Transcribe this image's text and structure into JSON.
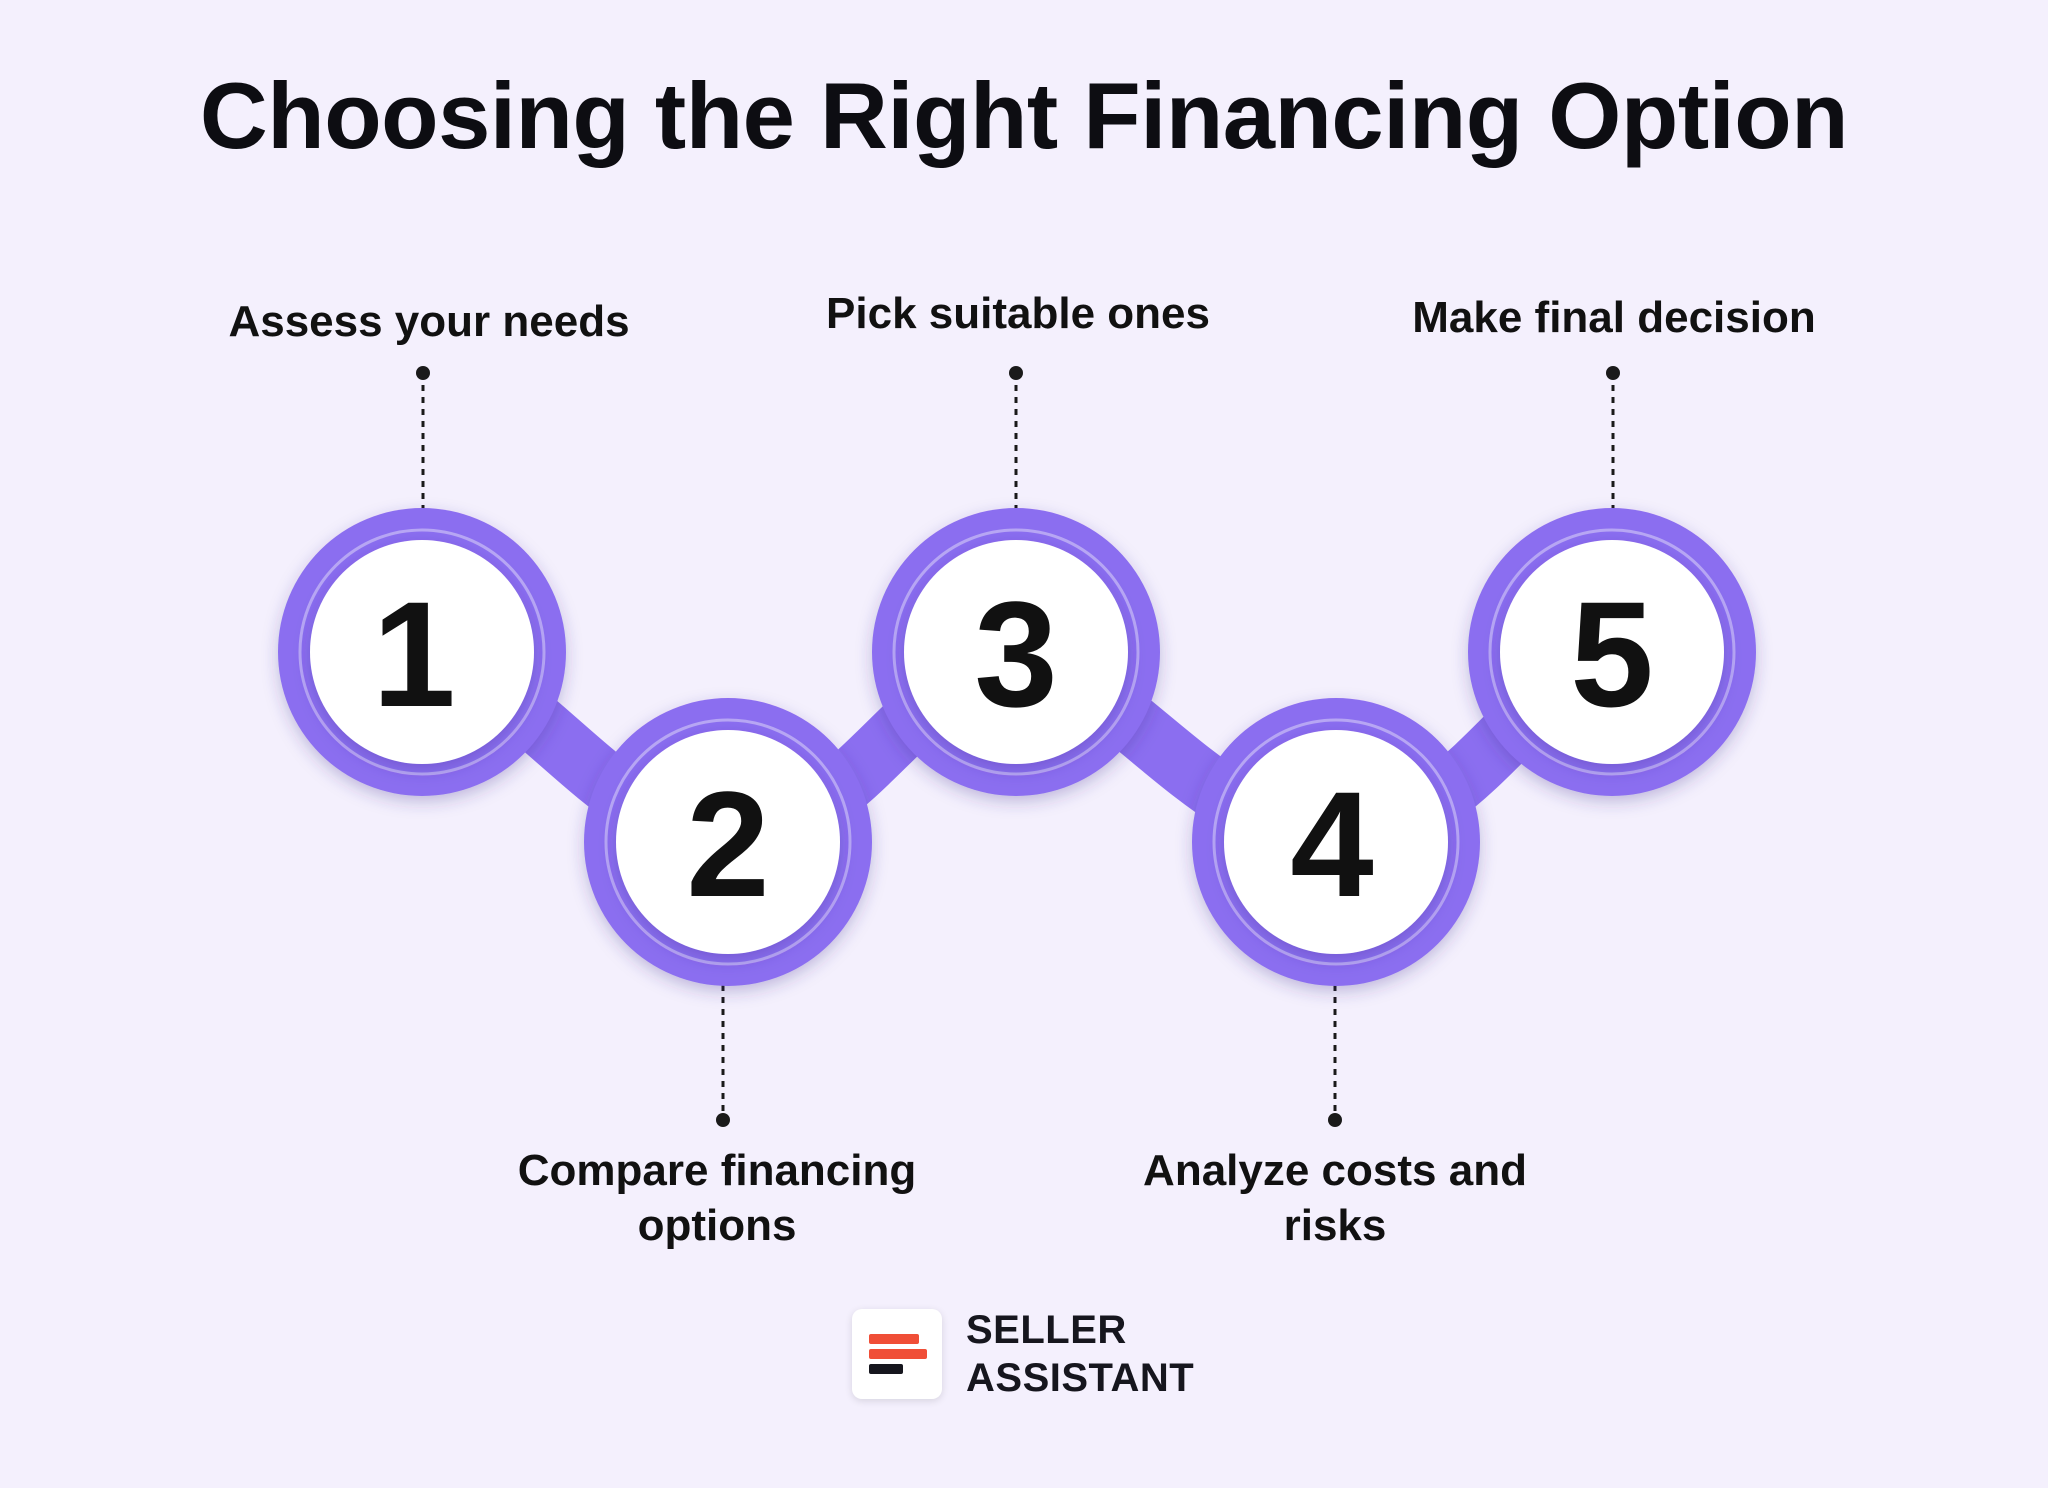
{
  "title": "Choosing the Right Financing Option",
  "colors": {
    "background": "#f4f0fd",
    "accent": "#8b6ef0",
    "ring": "#b8a7f5",
    "circle_fill": "#ffffff",
    "logo_red": "#f04e37",
    "logo_dark": "#16161e"
  },
  "steps": [
    {
      "number": "1",
      "label": "Assess your needs"
    },
    {
      "number": "2",
      "label": "Compare financing options"
    },
    {
      "number": "3",
      "label": "Pick suitable ones"
    },
    {
      "number": "4",
      "label": "Analyze costs and risks"
    },
    {
      "number": "5",
      "label": "Make final decision"
    }
  ],
  "logo": {
    "line1": "SELLER",
    "line2": "ASSISTANT",
    "icon": "stacked-bars-logo-icon"
  }
}
